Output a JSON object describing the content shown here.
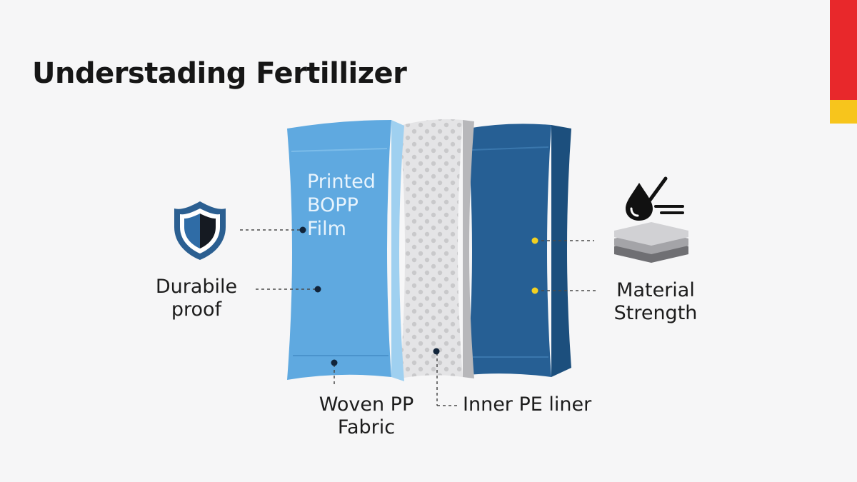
{
  "title": "Understading Fertillizer",
  "colors": {
    "accent_red": "#e8282b",
    "accent_yellow": "#f7c51c",
    "bopp_layer": "#5ea9e0",
    "pe_liner": "#dcdcdc",
    "woven_layer": "#235f93",
    "leader_dot_yellow": "#f2d021"
  },
  "layers": {
    "printed_bopp": {
      "lines": [
        "Printed",
        "BOPP",
        "Film"
      ]
    }
  },
  "labels": {
    "durable": {
      "lines": [
        "Durabile",
        "proof"
      ],
      "icon": "shield-icon"
    },
    "woven": {
      "lines": [
        "Woven PP",
        "Fabric"
      ]
    },
    "inner": {
      "text": "Inner PE liner"
    },
    "material": {
      "lines": [
        "Material",
        "Strength"
      ],
      "icons": [
        "water-drop-icon",
        "stacked-layers-icon"
      ]
    }
  }
}
